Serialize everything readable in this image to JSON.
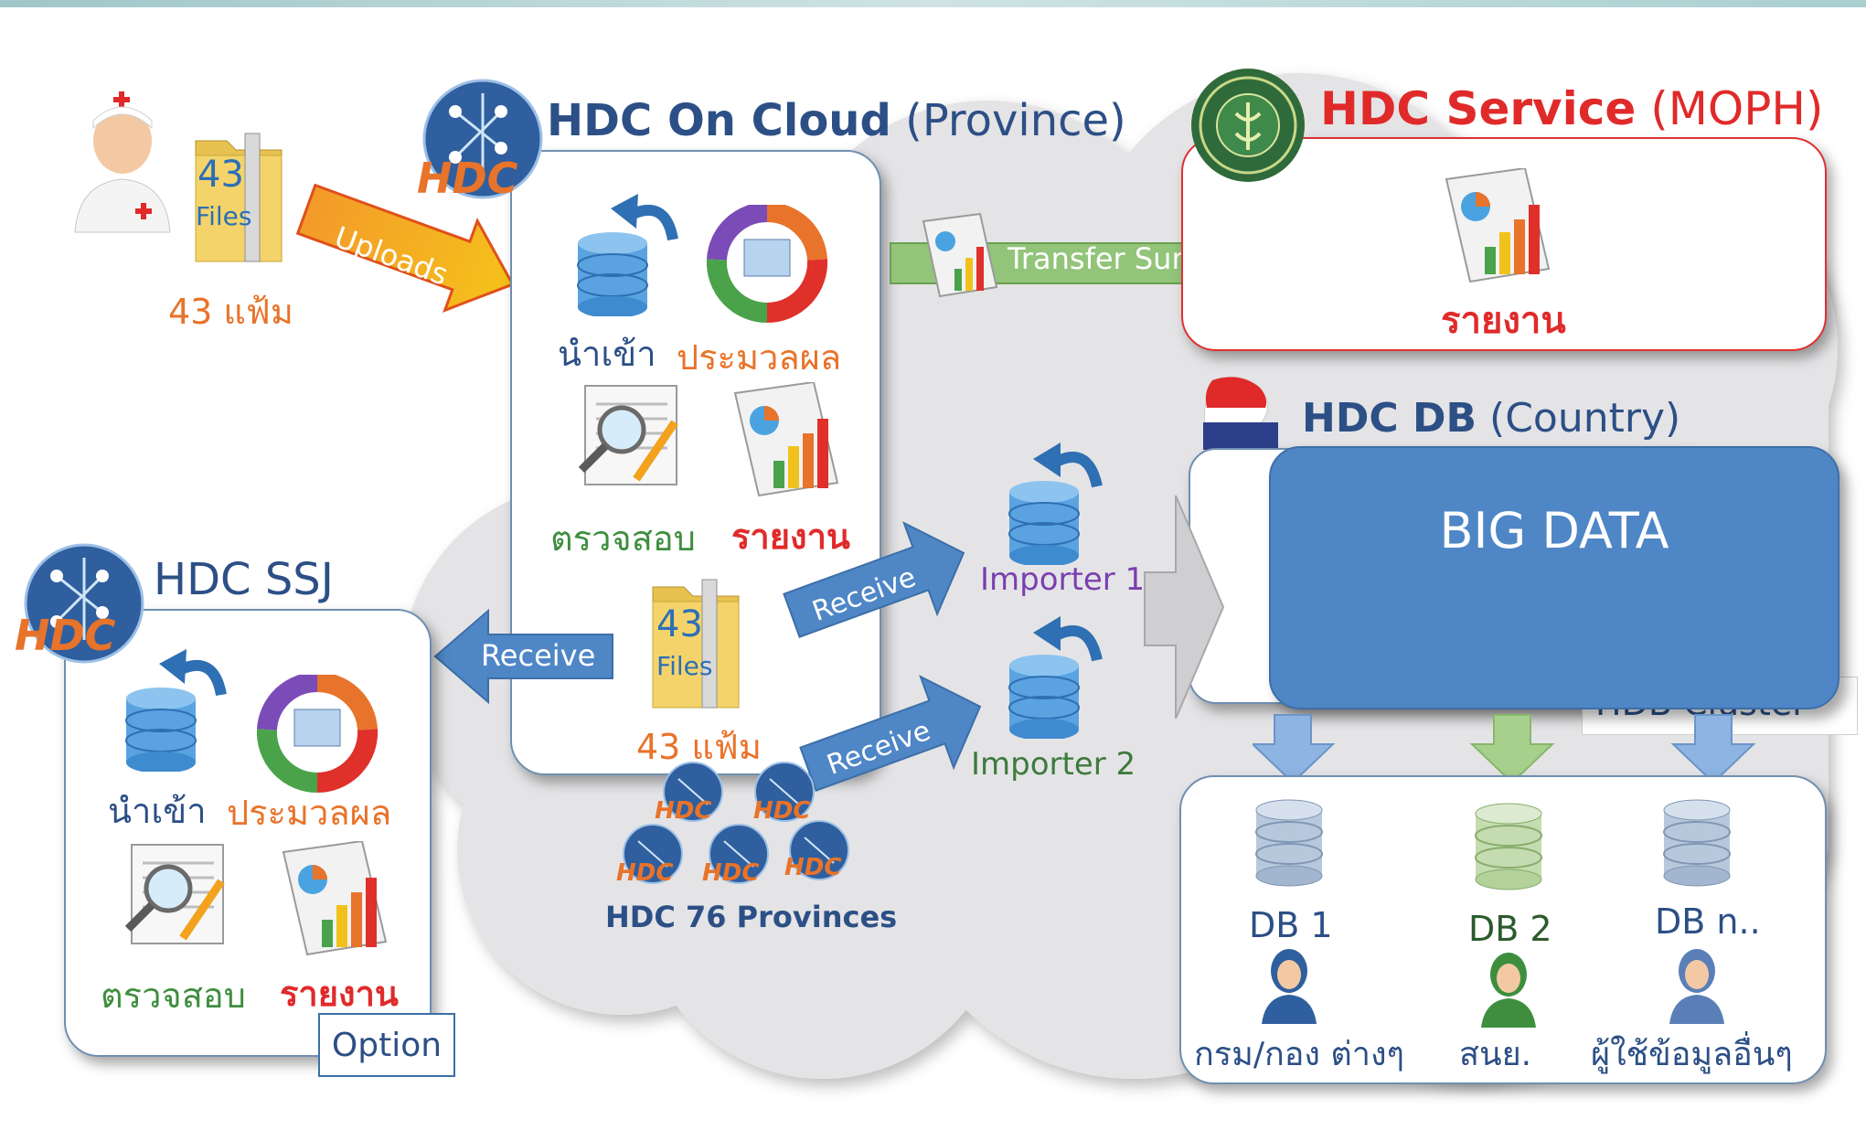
{
  "diagram": {
    "hdc_cloud": {
      "title_bold": "HDC On Cloud",
      "title_rest": "(Province)"
    },
    "hdc_service": {
      "title_bold": "HDC Service",
      "title_rest": "(MOPH)",
      "report_label": "รายงาน"
    },
    "hdc_db": {
      "title_bold": "HDC DB",
      "title_rest": "(Country)",
      "big_data": "BIG DATA",
      "cluster_fragment": "HDB Cluster"
    },
    "hdc_ssj": {
      "title": "HDC SSJ",
      "option": "Option"
    },
    "logo_text": "HDC",
    "source": {
      "file_num": "43",
      "file_word": "Files",
      "file_caption": "43 แฟ้ม"
    },
    "tasks": {
      "import": "นำเข้า",
      "process": "ประมวลผล",
      "check": "ตรวจสอบ",
      "report": "รายงาน"
    },
    "arrows": {
      "uploads": "Uploads",
      "transfer": "Transfer Summary",
      "receive": "Receive"
    },
    "importers": {
      "one": "Importer 1",
      "two": "Importer 2"
    },
    "provinces": "HDC 76 Provinces",
    "databases": [
      {
        "name": "DB 1",
        "user": "กรม/กอง ต่างๆ"
      },
      {
        "name": "DB 2",
        "user": "สนย."
      },
      {
        "name": "DB n..",
        "user": "ผู้ใช้ข้อมูลอื่นๆ"
      }
    ],
    "colors": {
      "cloud": "#e4e4e6",
      "blue_text": "#2c4f86",
      "orange": "#e8732a",
      "green": "#3e8e3e",
      "red": "#e02a2a",
      "arrow_blue": "#4f86c6",
      "arrow_green": "#92c47a",
      "upload_orange": "#f39a2a"
    }
  }
}
